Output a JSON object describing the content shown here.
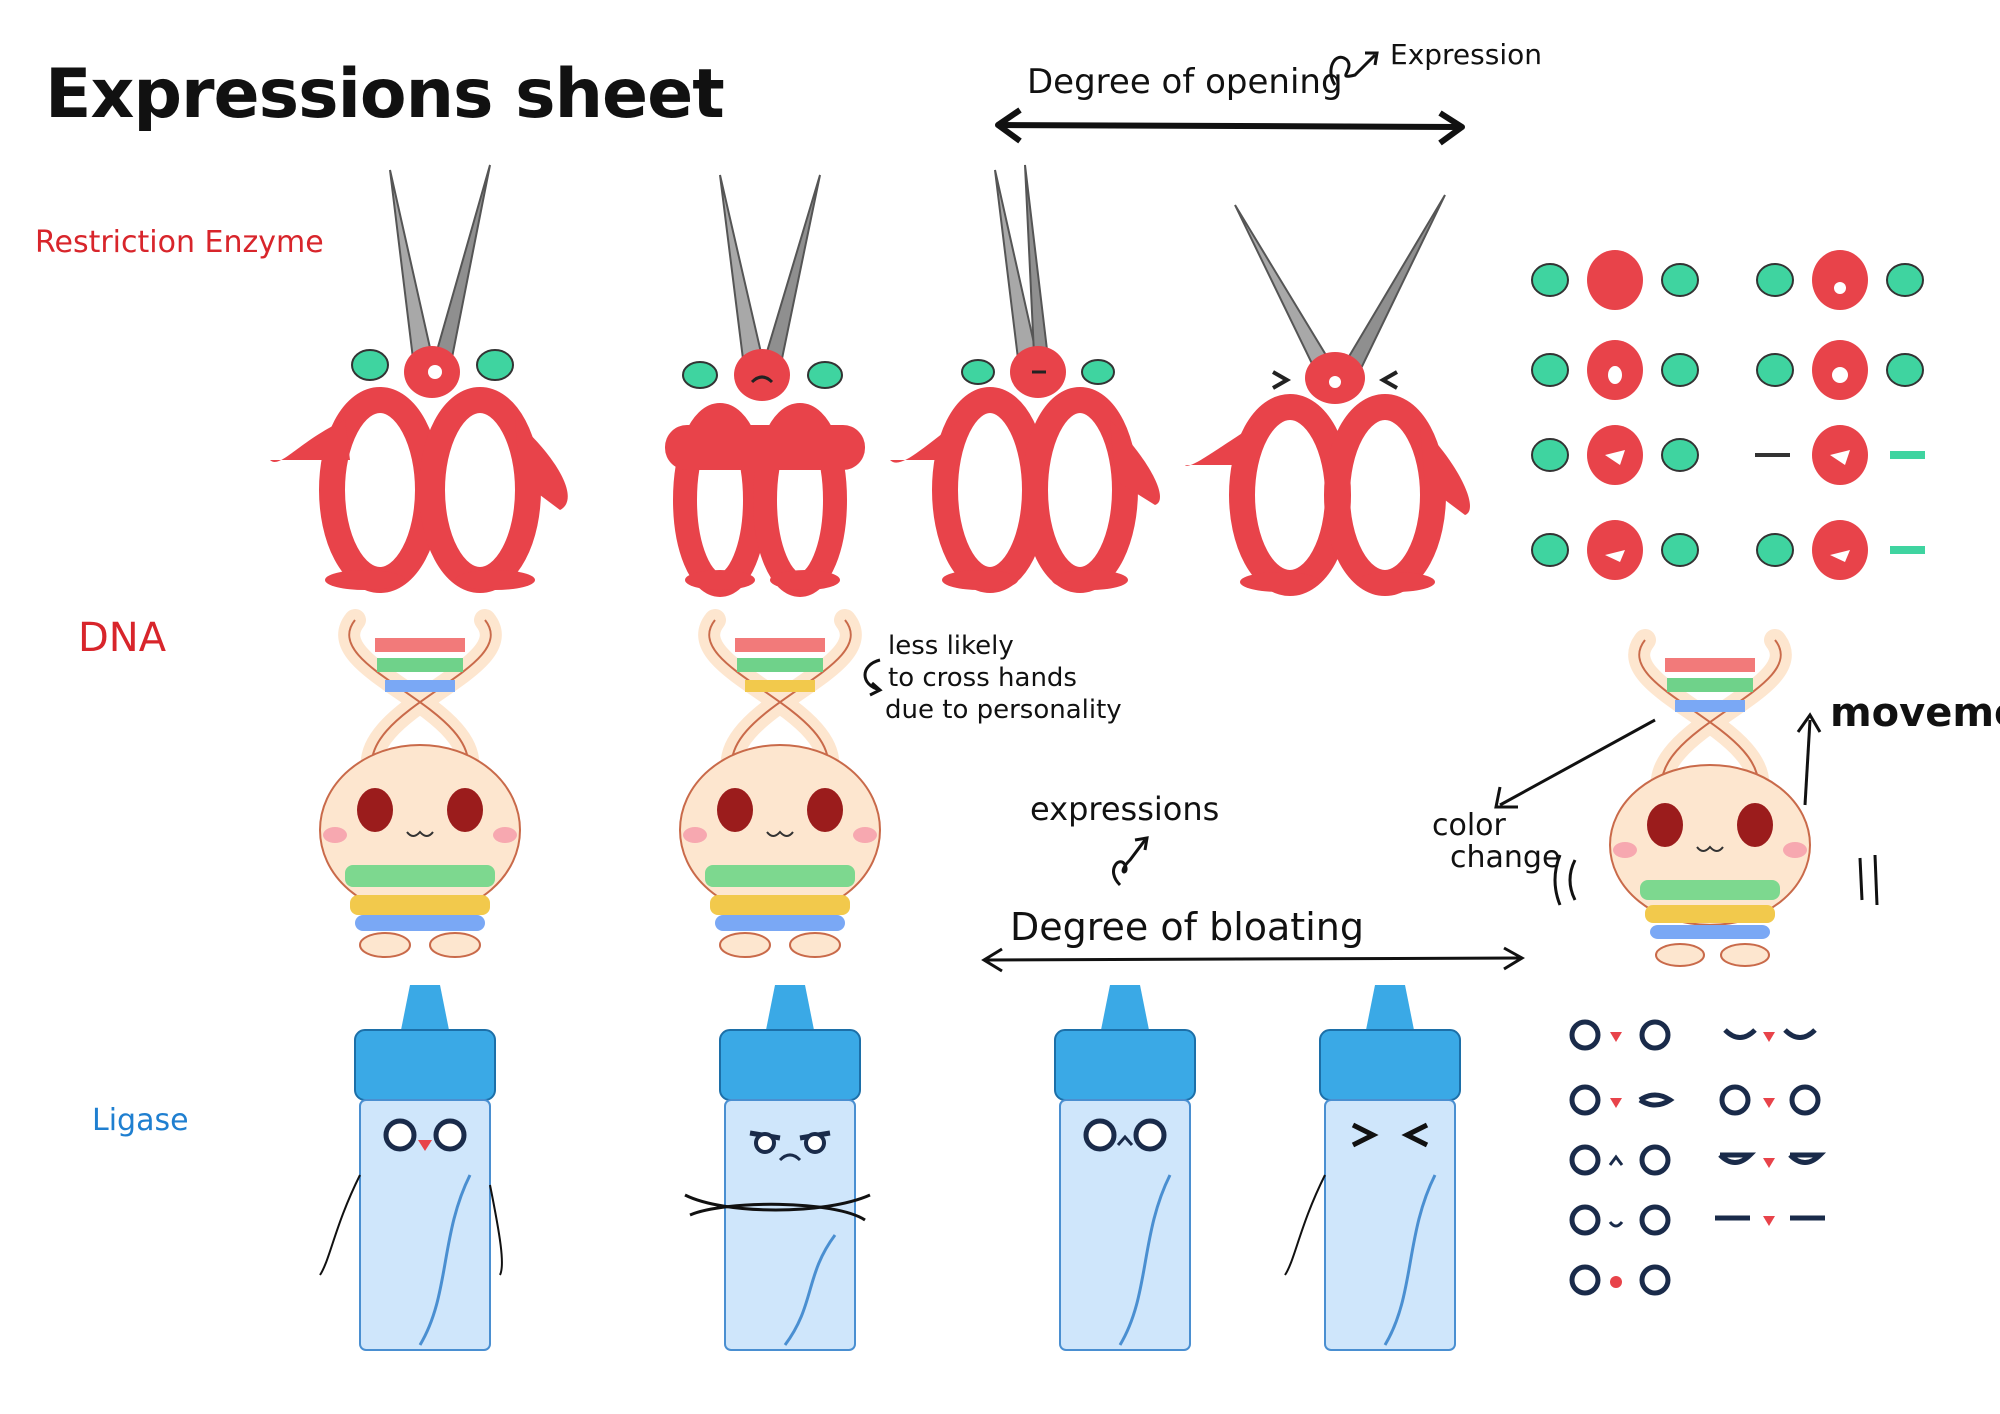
{
  "sheet": {
    "title": "Expressions sheet",
    "rows": {
      "restriction_enzyme": "Restriction Enzyme",
      "dna": "DNA",
      "ligase": "Ligase"
    }
  },
  "notes": {
    "degree_of_opening": "Degree of opening",
    "expression_top": "Expression",
    "less_likely_1": "less likely",
    "less_likely_2": "to cross hands",
    "less_likely_3": "due to personality",
    "expressions_mid": "expressions",
    "degree_of_bloating": "Degree of bloating",
    "movement": "movement",
    "color_change_1": "color",
    "color_change_2": "change"
  },
  "colors": {
    "scissor_red": "#e8434a",
    "blade_grey": "#9a9a9a",
    "eye_green": "#3fd4a0",
    "dna_skin": "#fde6cf",
    "ligase_cap": "#3aa9e6",
    "ligase_body": "#cfe6fb",
    "label_red": "#d8252b",
    "label_blue": "#1f7fd0"
  }
}
